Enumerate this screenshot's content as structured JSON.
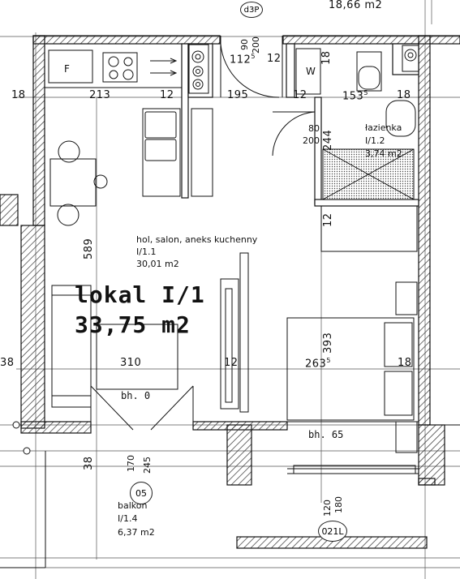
{
  "header": {
    "top_area": "18,66 m2",
    "door_tag": "d3P"
  },
  "unit": {
    "title": "lokal I/1",
    "area": "33,75 m2"
  },
  "rooms": {
    "hall": {
      "name": "hol, salon, aneks kuchenny",
      "id": "I/1.1",
      "area": "30,01 m2"
    },
    "bath": {
      "name": "łazienka",
      "id": "I/1.2",
      "area": "3,74 m2"
    },
    "balcony": {
      "name": "balkon",
      "id": "I/1.4",
      "area": "6,37 m2"
    }
  },
  "fixtures": {
    "fridge": "F",
    "washer": "W"
  },
  "tags": {
    "window_05": "05",
    "window_021": "021L"
  },
  "dimensions": {
    "d18_left": "18",
    "d213": "213",
    "d12_a": "12",
    "d195": "195",
    "d12_b": "12",
    "d153": "153",
    "d153_sup": "5",
    "d18_right": "18",
    "d112": "112",
    "d112_sup": "5",
    "d12_top": "12",
    "d18_top": "18",
    "d90": "90",
    "d200_top": "200",
    "d80": "80",
    "d200_door": "200",
    "d244": "244",
    "d12_vert": "12",
    "d589": "589",
    "d393": "393",
    "d38_left": "38",
    "d310": "310",
    "d12_mid": "12",
    "d263": "263",
    "d263_sup": "5",
    "d18_mid": "18",
    "bh0": "bh. 0",
    "bh65": "bh. 65",
    "d38_bottom": "38",
    "d170": "170",
    "d245": "245",
    "d120": "120",
    "d180": "180"
  }
}
